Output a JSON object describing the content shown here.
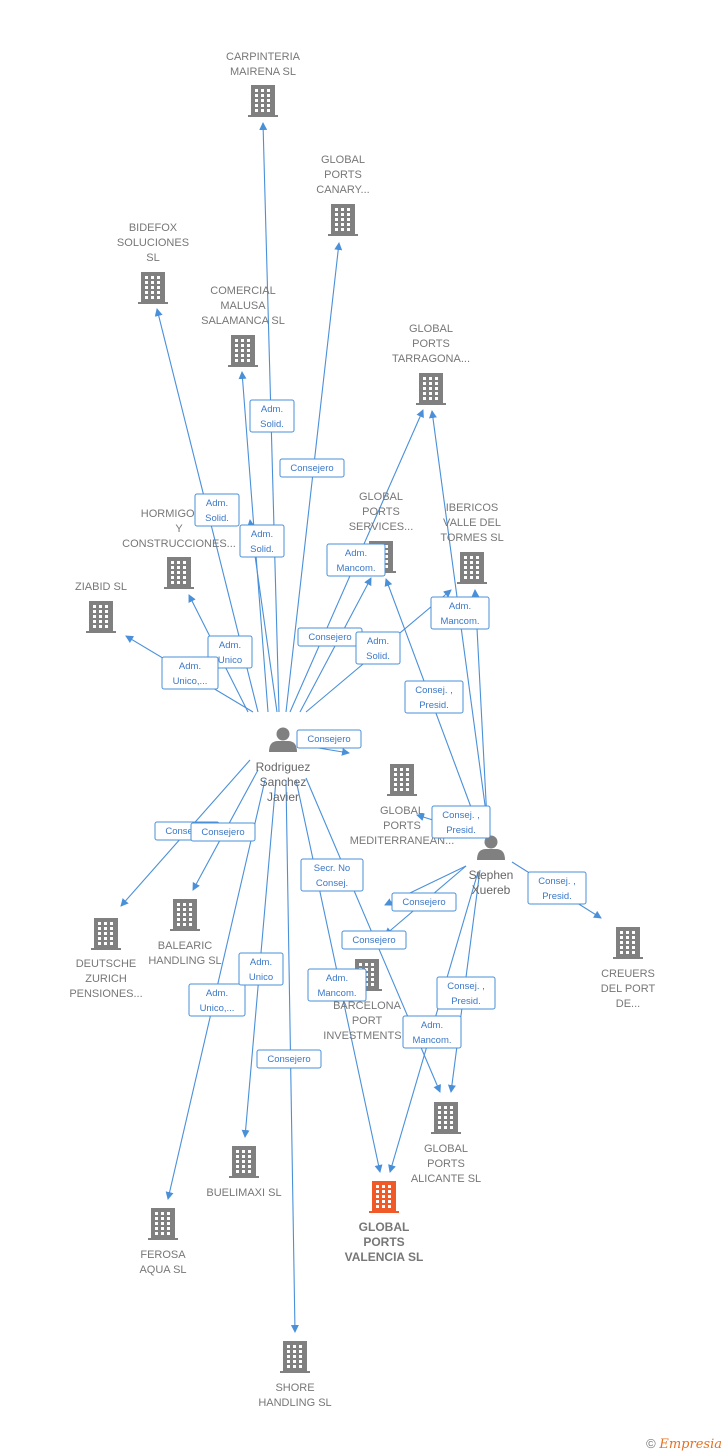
{
  "colors": {
    "edge": "#4a90d9",
    "company": "#808080",
    "main": "#f05a28",
    "person": "#808080",
    "label": "#777777"
  },
  "nodes": [
    {
      "id": "carpinteria",
      "kind": "company",
      "icon": "building-icon",
      "lines": [
        "CARPINTERIA",
        "MAIRENA  SL"
      ]
    },
    {
      "id": "canary",
      "kind": "company",
      "icon": "building-icon",
      "lines": [
        "GLOBAL",
        "PORTS",
        "CANARY..."
      ]
    },
    {
      "id": "bidefox",
      "kind": "company",
      "icon": "building-icon",
      "lines": [
        "BIDEFOX",
        "SOLUCIONES",
        "SL"
      ]
    },
    {
      "id": "malusa",
      "kind": "company",
      "icon": "building-icon",
      "lines": [
        "COMERCIAL",
        "MALUSA",
        "SALAMANCA SL"
      ]
    },
    {
      "id": "tarragona",
      "kind": "company",
      "icon": "building-icon",
      "lines": [
        "GLOBAL",
        "PORTS",
        "TARRAGONA..."
      ]
    },
    {
      "id": "hormigon",
      "kind": "company",
      "icon": "building-icon",
      "lines": [
        "HORMIGONES",
        "Y",
        "CONSTRUCCIONES..."
      ]
    },
    {
      "id": "services",
      "kind": "company",
      "icon": "building-icon",
      "lines": [
        "GLOBAL",
        "PORTS",
        "SERVICES..."
      ]
    },
    {
      "id": "ibericos",
      "kind": "company",
      "icon": "building-icon",
      "lines": [
        "IBERICOS",
        "VALLE DEL",
        "TORMES SL"
      ]
    },
    {
      "id": "ziabid",
      "kind": "company",
      "icon": "building-icon",
      "lines": [
        "ZIABID SL"
      ]
    },
    {
      "id": "rodriguez",
      "kind": "person",
      "icon": "person-icon",
      "lines": [
        "Rodriguez",
        "Sanchez",
        "Javier"
      ]
    },
    {
      "id": "mediterranean",
      "kind": "company",
      "icon": "building-icon",
      "lines": [
        "GLOBAL",
        "PORTS",
        "MEDITERRANEAN..."
      ]
    },
    {
      "id": "stephen",
      "kind": "person",
      "icon": "person-icon",
      "lines": [
        "Stephen",
        "Xuereb"
      ]
    },
    {
      "id": "deutsche",
      "kind": "company",
      "icon": "building-icon",
      "lines": [
        "DEUTSCHE",
        "ZURICH",
        "PENSIONES..."
      ]
    },
    {
      "id": "balearic",
      "kind": "company",
      "icon": "building-icon",
      "lines": [
        "BALEARIC",
        "HANDLING SL"
      ]
    },
    {
      "id": "barcelona",
      "kind": "company",
      "icon": "building-icon",
      "lines": [
        "BARCELONA",
        "PORT",
        "INVESTMENTS..."
      ]
    },
    {
      "id": "creuers",
      "kind": "company",
      "icon": "building-icon",
      "lines": [
        "CREUERS",
        "DEL PORT",
        "DE..."
      ]
    },
    {
      "id": "alicante",
      "kind": "company",
      "icon": "building-icon",
      "lines": [
        "GLOBAL",
        "PORTS",
        "ALICANTE  SL"
      ]
    },
    {
      "id": "buelimaxi",
      "kind": "company",
      "icon": "building-icon",
      "lines": [
        "BUELIMAXI SL"
      ]
    },
    {
      "id": "valencia",
      "kind": "main",
      "icon": "building-icon",
      "lines": [
        "GLOBAL",
        "PORTS",
        "VALENCIA  SL"
      ]
    },
    {
      "id": "ferosa",
      "kind": "company",
      "icon": "building-icon",
      "lines": [
        "FEROSA",
        "AQUA SL"
      ]
    },
    {
      "id": "shore",
      "kind": "company",
      "icon": "building-icon",
      "lines": [
        "SHORE",
        "HANDLING SL"
      ]
    }
  ],
  "edges": [
    {
      "from": "rodriguez",
      "to": "carpinteria",
      "label": []
    },
    {
      "from": "rodriguez",
      "to": "canary",
      "label": [
        "Consejero"
      ]
    },
    {
      "from": "rodriguez",
      "to": "bidefox",
      "label": [
        "Adm.",
        "Solid."
      ]
    },
    {
      "from": "rodriguez",
      "to": "malusa",
      "label": [
        "Adm.",
        "Solid."
      ]
    },
    {
      "from": "rodriguez",
      "to": "malusa",
      "label": [
        "Adm.",
        "Solid."
      ]
    },
    {
      "from": "rodriguez",
      "to": "tarragona",
      "label": [
        "Adm.",
        "Mancom."
      ]
    },
    {
      "from": "rodriguez",
      "to": "hormigon",
      "label": [
        "Adm.",
        "Unico"
      ]
    },
    {
      "from": "rodriguez",
      "to": "ziabid",
      "label": [
        "Adm.",
        "Unico,..."
      ]
    },
    {
      "from": "rodriguez",
      "to": "services",
      "label": [
        "Consejero"
      ]
    },
    {
      "from": "rodriguez",
      "to": "ibericos",
      "label": [
        "Adm.",
        "Solid."
      ]
    },
    {
      "from": "rodriguez",
      "to": "mediterranean",
      "label": [
        "Consejero"
      ]
    },
    {
      "from": "rodriguez",
      "to": "deutsche",
      "label": [
        "Consejero"
      ]
    },
    {
      "from": "rodriguez",
      "to": "balearic",
      "label": [
        "Consejero"
      ]
    },
    {
      "from": "rodriguez",
      "to": "ferosa",
      "label": [
        "Adm.",
        "Unico,..."
      ]
    },
    {
      "from": "rodriguez",
      "to": "buelimaxi",
      "label": [
        "Adm.",
        "Unico"
      ]
    },
    {
      "from": "rodriguez",
      "to": "shore",
      "label": [
        "Consejero"
      ]
    },
    {
      "from": "rodriguez",
      "to": "valencia",
      "label": [
        "Adm.",
        "Mancom."
      ]
    },
    {
      "from": "rodriguez",
      "to": "alicante",
      "label": [
        "Secr.  No",
        "Consej."
      ]
    },
    {
      "from": "stephen",
      "to": "tarragona",
      "label": []
    },
    {
      "from": "stephen",
      "to": "ibericos",
      "label": [
        "Adm.",
        "Mancom."
      ]
    },
    {
      "from": "stephen",
      "to": "services",
      "label": [
        "Consej. ,",
        "Presid."
      ]
    },
    {
      "from": "stephen",
      "to": "mediterranean",
      "label": [
        "Consej. ,",
        "Presid."
      ]
    },
    {
      "from": "stephen",
      "to": "creuers",
      "label": [
        "Consej. ,",
        "Presid."
      ]
    },
    {
      "from": "stephen",
      "to": "barcelona",
      "label": [
        "Consejero"
      ]
    },
    {
      "from": "stephen",
      "to": "barcelona",
      "label": [
        "Consejero"
      ]
    },
    {
      "from": "stephen",
      "to": "alicante",
      "label": [
        "Consej. ,",
        "Presid."
      ]
    },
    {
      "from": "stephen",
      "to": "valencia",
      "label": [
        "Adm.",
        "Mancom."
      ]
    }
  ],
  "footer": {
    "copyright": "©",
    "brand": "Empresia"
  }
}
